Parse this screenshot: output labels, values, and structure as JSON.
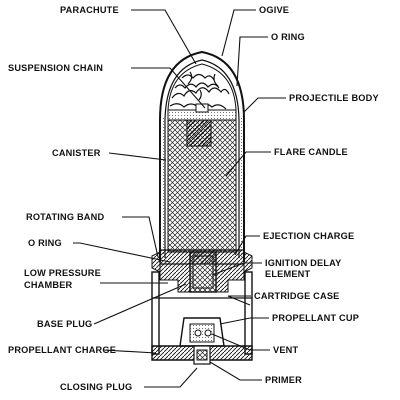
{
  "diagram": {
    "labels": {
      "parachute": "PARACHUTE",
      "ogive": "OGIVE",
      "o_ring_top": "O RING",
      "suspension_chain": "SUSPENSION CHAIN",
      "projectile_body": "PROJECTILE BODY",
      "canister": "CANISTER",
      "flare_candle": "FLARE CANDLE",
      "rotating_band": "ROTATING BAND",
      "ejection_charge": "EJECTION CHARGE",
      "o_ring_bottom": "O RING",
      "ignition_delay_line1": "IGNITION DELAY",
      "ignition_delay_line2": "ELEMENT",
      "low_pressure_line1": "LOW PRESSURE",
      "low_pressure_line2": "CHAMBER",
      "cartridge_case": "CARTRIDGE CASE",
      "base_plug": "BASE PLUG",
      "propellant_cup": "PROPELLANT CUP",
      "propellant_charge": "PROPELLANT CHARGE",
      "vent": "VENT",
      "closing_plug": "CLOSING PLUG",
      "primer": "PRIMER"
    }
  }
}
